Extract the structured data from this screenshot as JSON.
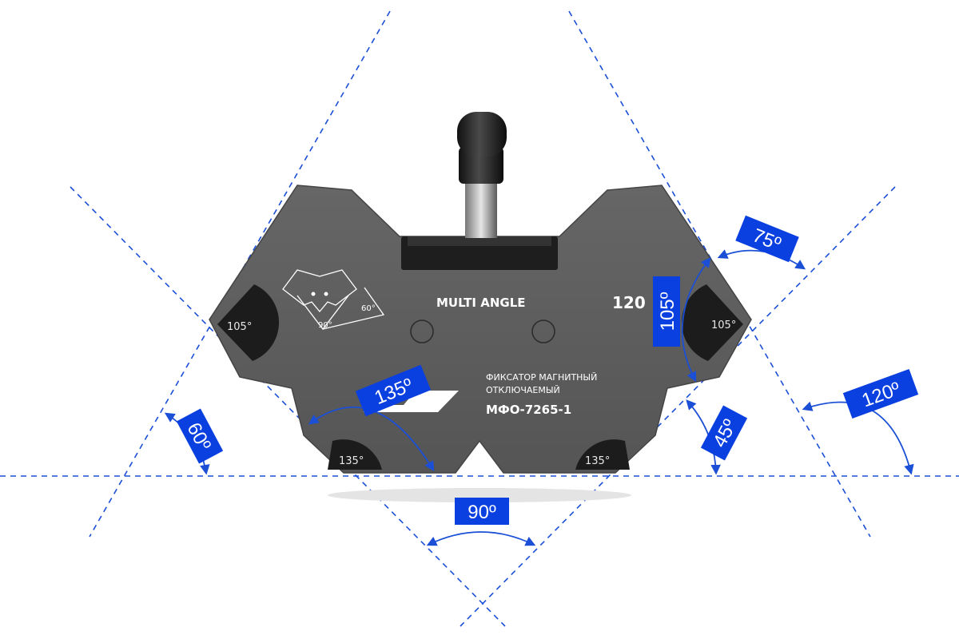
{
  "device": {
    "header_label": "MULTI ANGLE",
    "number": "120",
    "title_line1": "ФИКСАТОР МАГНИТНЫЙ",
    "title_line2": "ОТКЛЮЧАЕМЫЙ",
    "model": "МФО-7265-1",
    "pictogram_angle_a": "60°",
    "pictogram_angle_b": "90°",
    "corner_left": "105°",
    "corner_right": "105°",
    "corner_bottom_left": "135°",
    "corner_bottom_right": "135°"
  },
  "angles": {
    "a75": "75º",
    "a105": "105º",
    "a135": "135º",
    "a60": "60º",
    "a45": "45º",
    "a120": "120º",
    "a90": "90º"
  },
  "colors": {
    "line_blue": "#1a4fd6",
    "badge_blue": "#0a3fe0",
    "device_gray": "#5f5f5f",
    "corner_black": "#1c1c1c"
  }
}
